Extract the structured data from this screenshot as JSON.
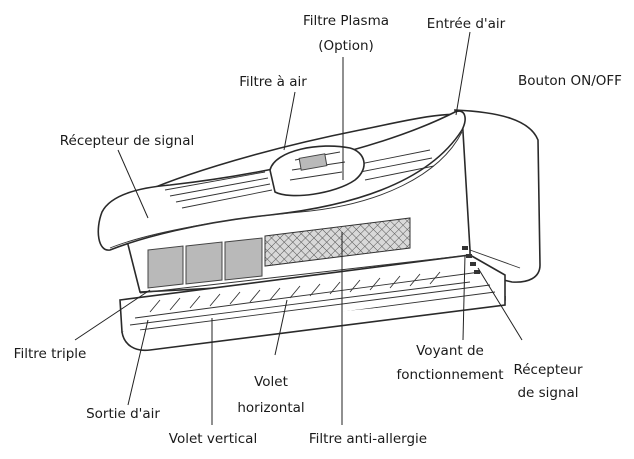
{
  "labels": {
    "filtre_plasma_1": "Filtre Plasma",
    "filtre_plasma_2": "(Option)",
    "entree_air": "Entrée d'air",
    "bouton_on_off": "Bouton ON/OFF",
    "filtre_a_air": "Filtre à air",
    "recepteur_signal_top": "Récepteur de signal",
    "filtre_triple": "Filtre triple",
    "voyant_1": "Voyant de",
    "voyant_2": "fonctionnement",
    "recepteur_1": "Récepteur",
    "recepteur_2": "de signal",
    "volet_horizontal_1": "Volet",
    "volet_horizontal_2": "horizontal",
    "sortie_air": "Sortie d'air",
    "volet_vertical": "Volet vertical",
    "filtre_anti_allergie": "Filtre anti-allergie"
  },
  "colors": {
    "outline": "#2a2a2a",
    "filter_grey": "#b9b9b9",
    "mesh": "#555555"
  }
}
